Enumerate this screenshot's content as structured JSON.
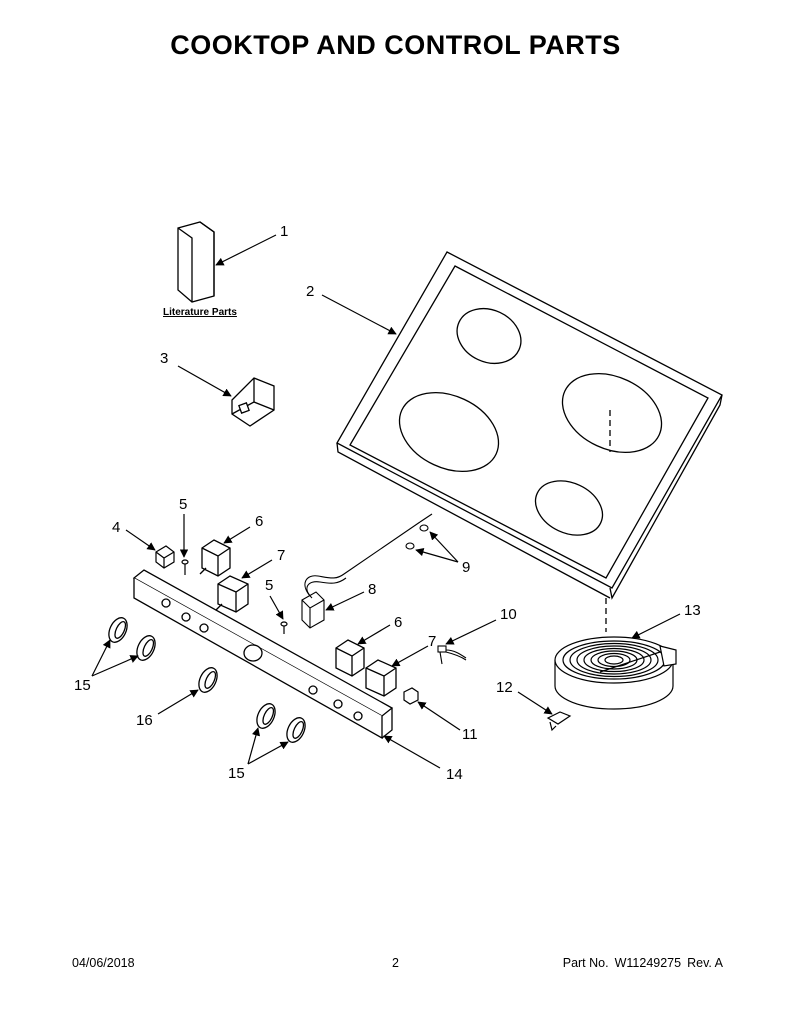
{
  "title": "COOKTOP AND CONTROL PARTS",
  "literature_label": "Literature Parts",
  "callouts": {
    "c1": "1",
    "c2": "2",
    "c3": "3",
    "c4": "4",
    "c5a": "5",
    "c5b": "5",
    "c6a": "6",
    "c6b": "6",
    "c7a": "7",
    "c7b": "7",
    "c8": "8",
    "c9": "9",
    "c10": "10",
    "c11": "11",
    "c12": "12",
    "c13": "13",
    "c14": "14",
    "c15a": "15",
    "c15b": "15",
    "c16": "16"
  },
  "footer": {
    "date": "04/06/2018",
    "page": "2",
    "part_prefix": "Part No.",
    "part_number": "W11249275",
    "rev": "Rev.  A"
  }
}
